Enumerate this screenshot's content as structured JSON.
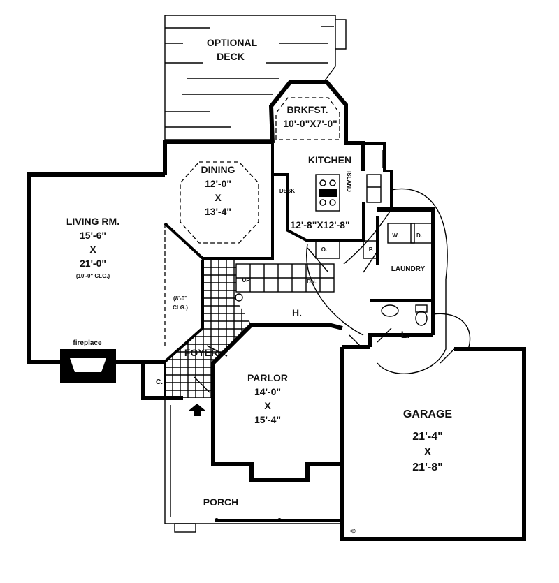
{
  "rooms": {
    "deck": {
      "line1": "OPTIONAL",
      "line2": "DECK"
    },
    "breakfast": {
      "name": "BRKFST.",
      "dims": "10'-0\"X7'-0\""
    },
    "kitchen": {
      "name": "KITCHEN",
      "dims": "12'-8\"X12'-8\""
    },
    "island": "ISLAND",
    "desk": "DESK",
    "dining": {
      "name": "DINING",
      "w": "12'-0\"",
      "x": "X",
      "h": "13'-4\""
    },
    "living": {
      "name": "LIVING RM.",
      "w": "15'-6\"",
      "x": "X",
      "h": "21'-0\"",
      "ceiling": "(10'-0\" CLG.)"
    },
    "fireplace": "fireplace",
    "ceiling_note": {
      "line1": "(8'-0\"",
      "line2": "CLG.)"
    },
    "foyer": "FOYER",
    "closet": "C.",
    "hall": "H.",
    "parlor": {
      "name": "PARLOR",
      "w": "14'-0\"",
      "x": "X",
      "h": "15'-4\""
    },
    "porch": "PORCH",
    "laundry": "LAUNDRY",
    "washer": "W.",
    "dryer": "D.",
    "lav": "L.",
    "oven": "O.",
    "pantry": "P.",
    "stairs": {
      "up": "UP",
      "down": "DN."
    },
    "garage": {
      "name": "GARAGE",
      "w": "21'-4\"",
      "x": "X",
      "h": "21'-8\""
    },
    "copyright": "©"
  }
}
